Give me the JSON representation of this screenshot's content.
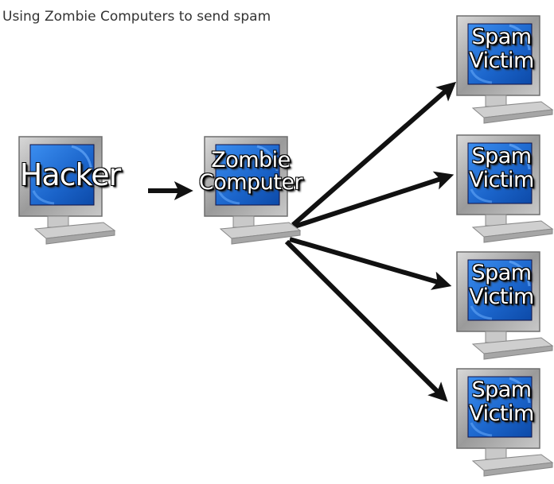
{
  "title": "Using Zombie Computers to send spam",
  "nodes": {
    "hacker": {
      "label_lines": [
        "Hacker"
      ]
    },
    "zombie": {
      "label_lines": [
        "Zombie",
        "Computer"
      ]
    },
    "victims": [
      {
        "label_lines": [
          "Spam",
          "Victim"
        ]
      },
      {
        "label_lines": [
          "Spam",
          "Victim"
        ]
      },
      {
        "label_lines": [
          "Spam",
          "Victim"
        ]
      },
      {
        "label_lines": [
          "Spam",
          "Victim"
        ]
      }
    ]
  },
  "edges": [
    {
      "from": "hacker",
      "to": "zombie"
    },
    {
      "from": "zombie",
      "to": "victim-1"
    },
    {
      "from": "zombie",
      "to": "victim-2"
    },
    {
      "from": "zombie",
      "to": "victim-3"
    },
    {
      "from": "zombie",
      "to": "victim-4"
    }
  ],
  "colors": {
    "screen": "#1f6fd6",
    "bezel": "#a9a9a9",
    "arrow": "#111111",
    "title_text": "#333333"
  }
}
